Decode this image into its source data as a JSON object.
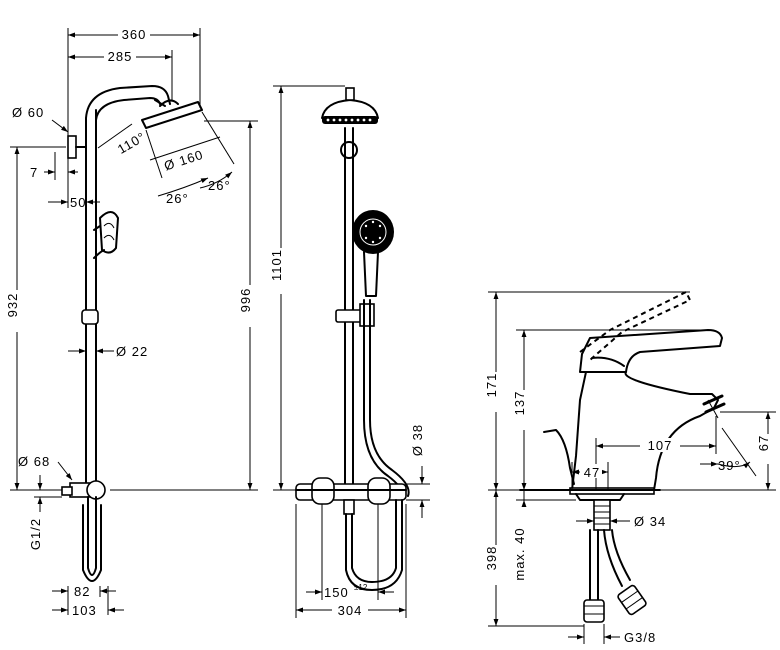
{
  "labels": {
    "d360": "360",
    "d285": "285",
    "d60": "Ø 60",
    "d110": "110°",
    "d160": "Ø 160",
    "d7": "7",
    "d26a": "26°",
    "d26b": "26°",
    "d50": "50",
    "d932": "932",
    "d996": "996",
    "d1101": "1101",
    "d22": "Ø 22",
    "d68": "Ø 68",
    "g12": "G1/2",
    "d82": "82",
    "d103": "103",
    "d38": "Ø 38",
    "d150": "150",
    "tol12": "±12",
    "d304": "304",
    "d171": "171",
    "d137": "137",
    "d107": "107",
    "d39": "39°",
    "d67": "67",
    "d47": "47",
    "d34": "Ø 34",
    "d398": "398",
    "max40": "max. 40",
    "g38": "G3/8"
  }
}
